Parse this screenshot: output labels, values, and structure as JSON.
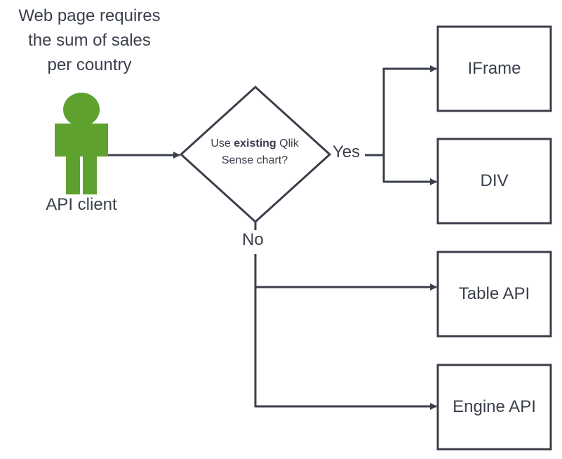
{
  "requirement": {
    "lines": [
      "Web page requires",
      "the sum of sales",
      "per country"
    ]
  },
  "client": {
    "label": "API client",
    "icon": "person-icon",
    "color": "#5fa12f"
  },
  "decision": {
    "prefix": "Use ",
    "emphasis": "existing",
    "suffix": " Qlik",
    "line2": "Sense chart?"
  },
  "branches": {
    "yes": "Yes",
    "no": "No"
  },
  "options": {
    "iframe": "IFrame",
    "div": "DIV",
    "table_api": "Table API",
    "engine_api": "Engine API"
  },
  "colors": {
    "stroke": "#3a3f4b",
    "text": "#3a3f4b",
    "background": "#ffffff"
  }
}
